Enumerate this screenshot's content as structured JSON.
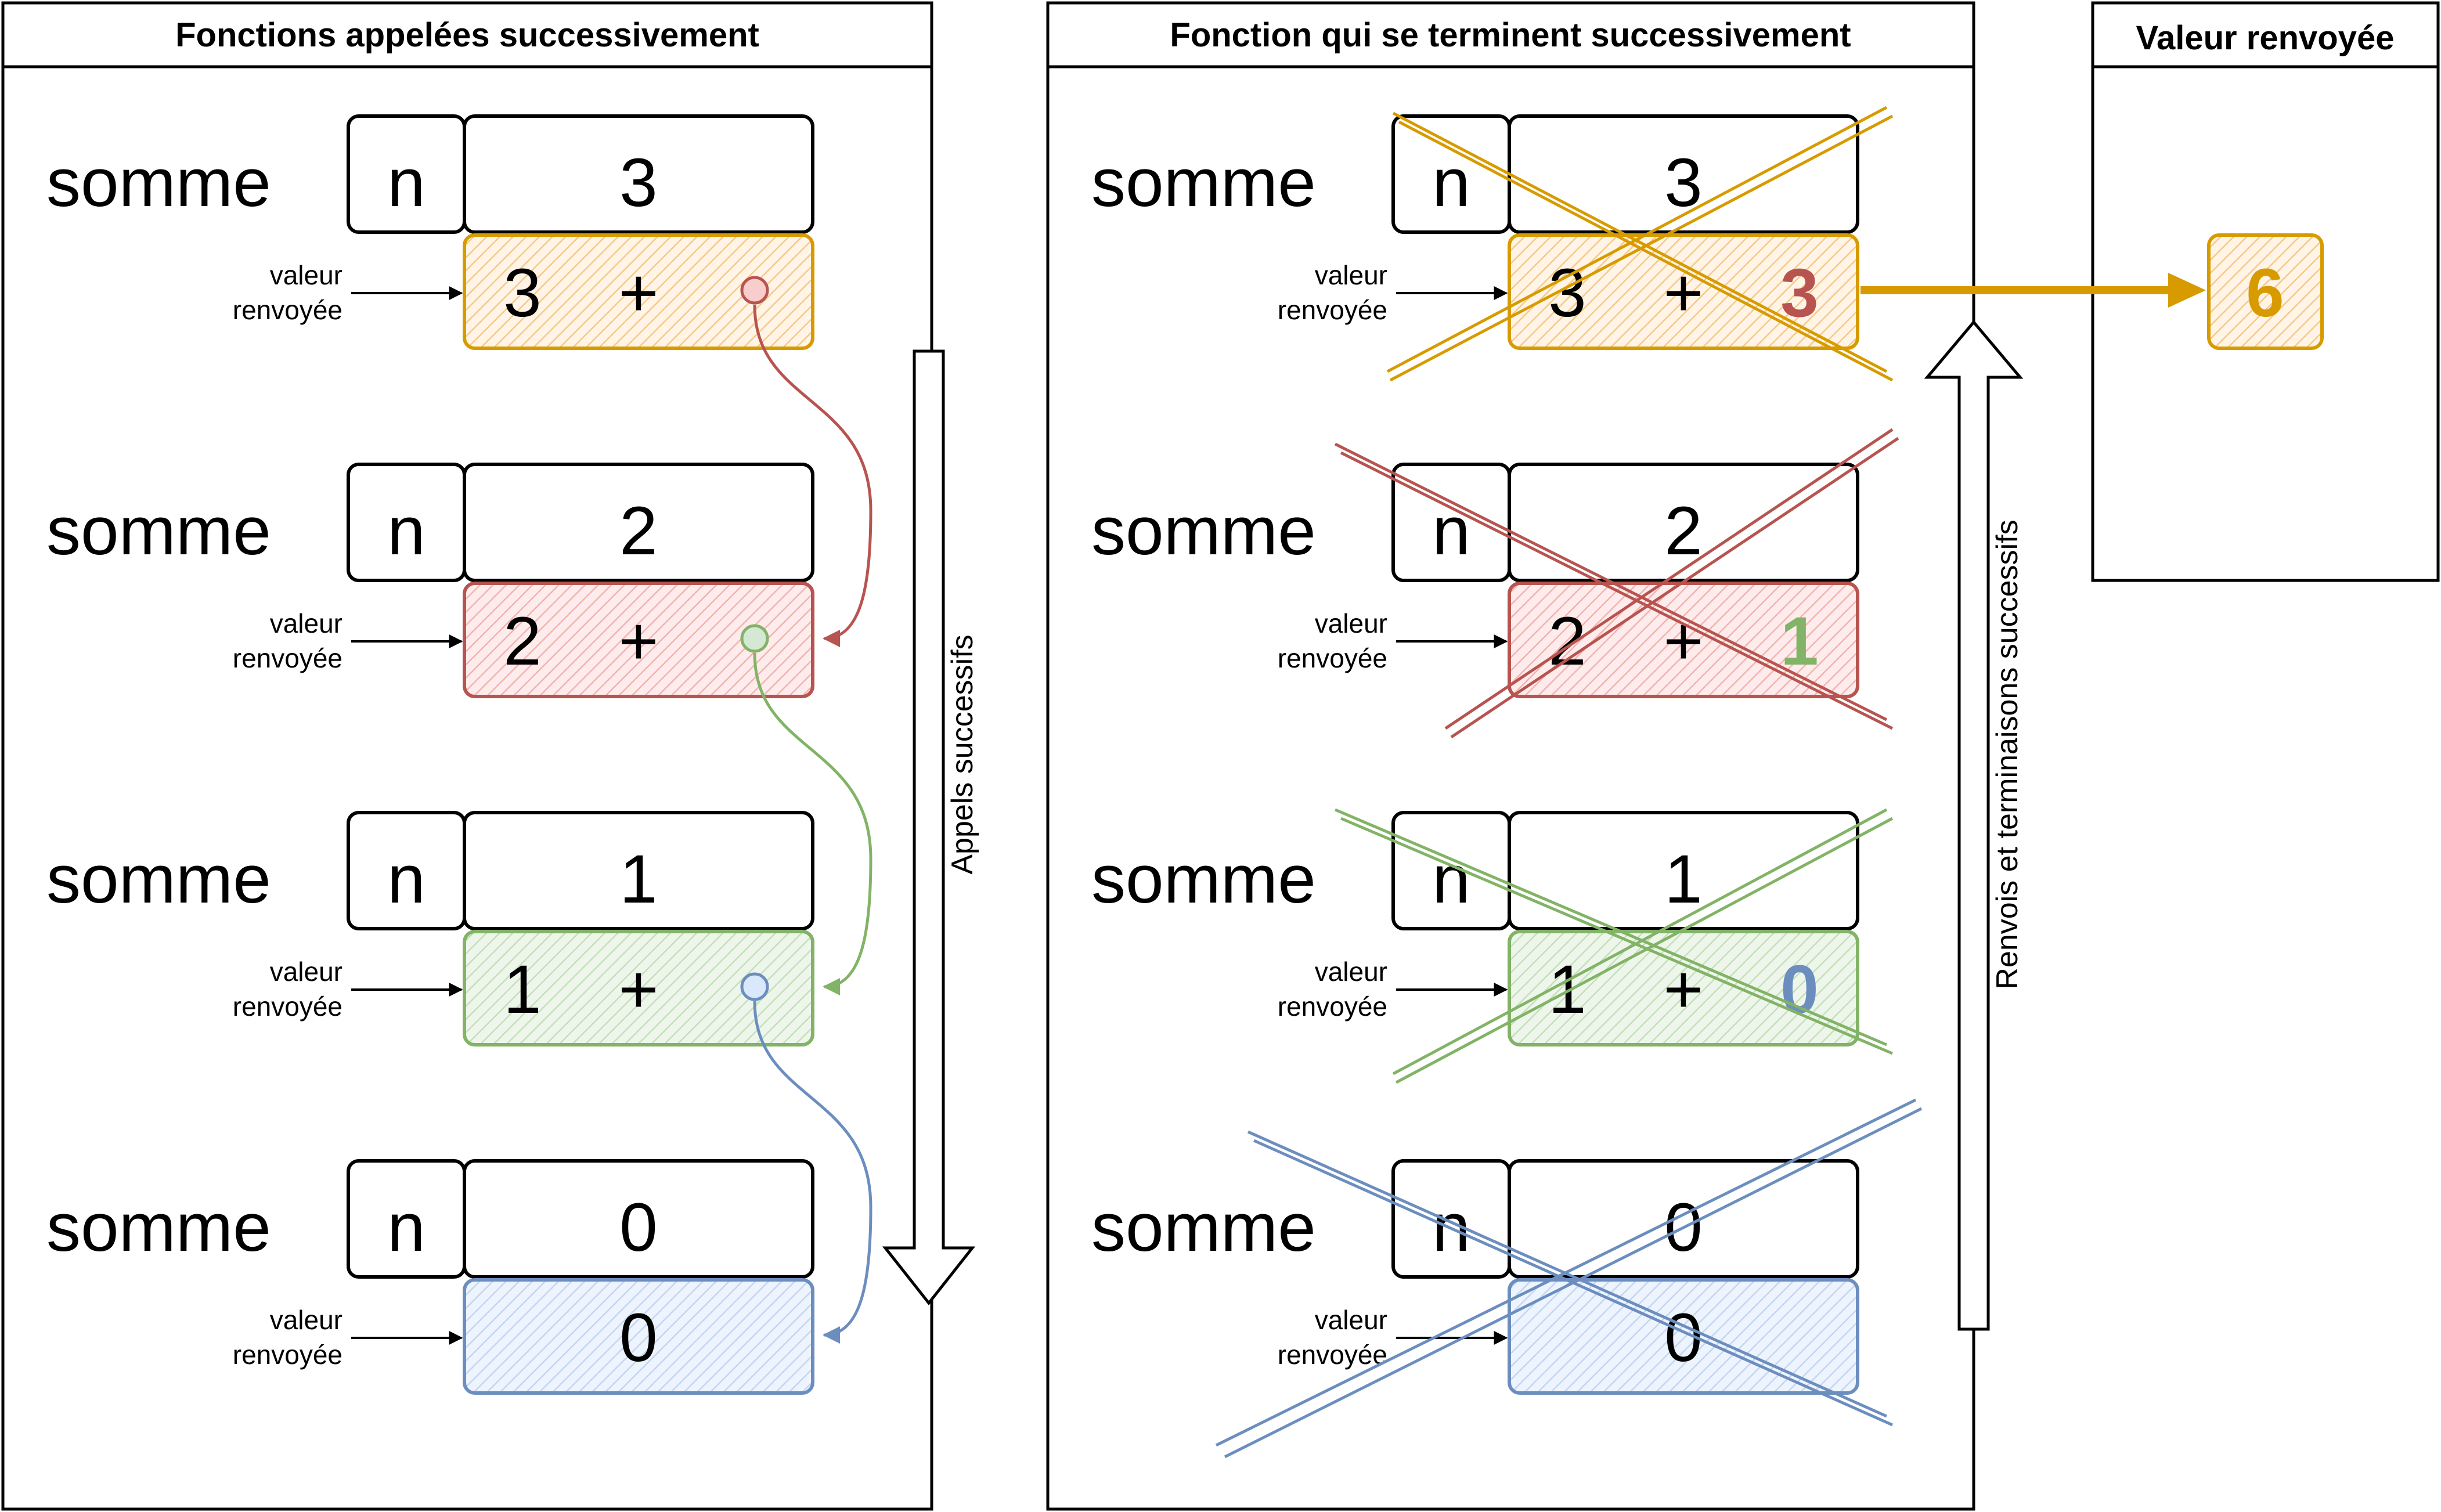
{
  "panels": {
    "left_title": "Fonctions appelées successivement",
    "middle_title": "Fonction qui se terminent successivement",
    "right_title": "Valeur renvoyée"
  },
  "frame_label": "somme",
  "param_label": "n",
  "plus_sign": "+",
  "return_label_line1": "valeur",
  "return_label_line2": "renvoyée",
  "call_arrow_label": "Appels successifs",
  "return_arrow_label": "Renvois et terminaisons successifs",
  "frames": [
    {
      "n": "3",
      "left_expr_value": "3",
      "returned": "3",
      "color": "#d79b00",
      "fill": "#ffe6cc"
    },
    {
      "n": "2",
      "left_expr_value": "2",
      "returned": "1",
      "color": "#b85450",
      "fill": "#f8cecc"
    },
    {
      "n": "1",
      "left_expr_value": "1",
      "returned": "0",
      "color": "#82b366",
      "fill": "#d5e8d4"
    },
    {
      "n": "0",
      "left_expr_value": "0",
      "returned": "",
      "color": "#6c8ebf",
      "fill": "#dae8fc"
    }
  ],
  "final_value": "6",
  "colors": {
    "orange": "#d79b00",
    "red": "#b85450",
    "green": "#82b366",
    "blue": "#6c8ebf",
    "black": "#000000"
  }
}
